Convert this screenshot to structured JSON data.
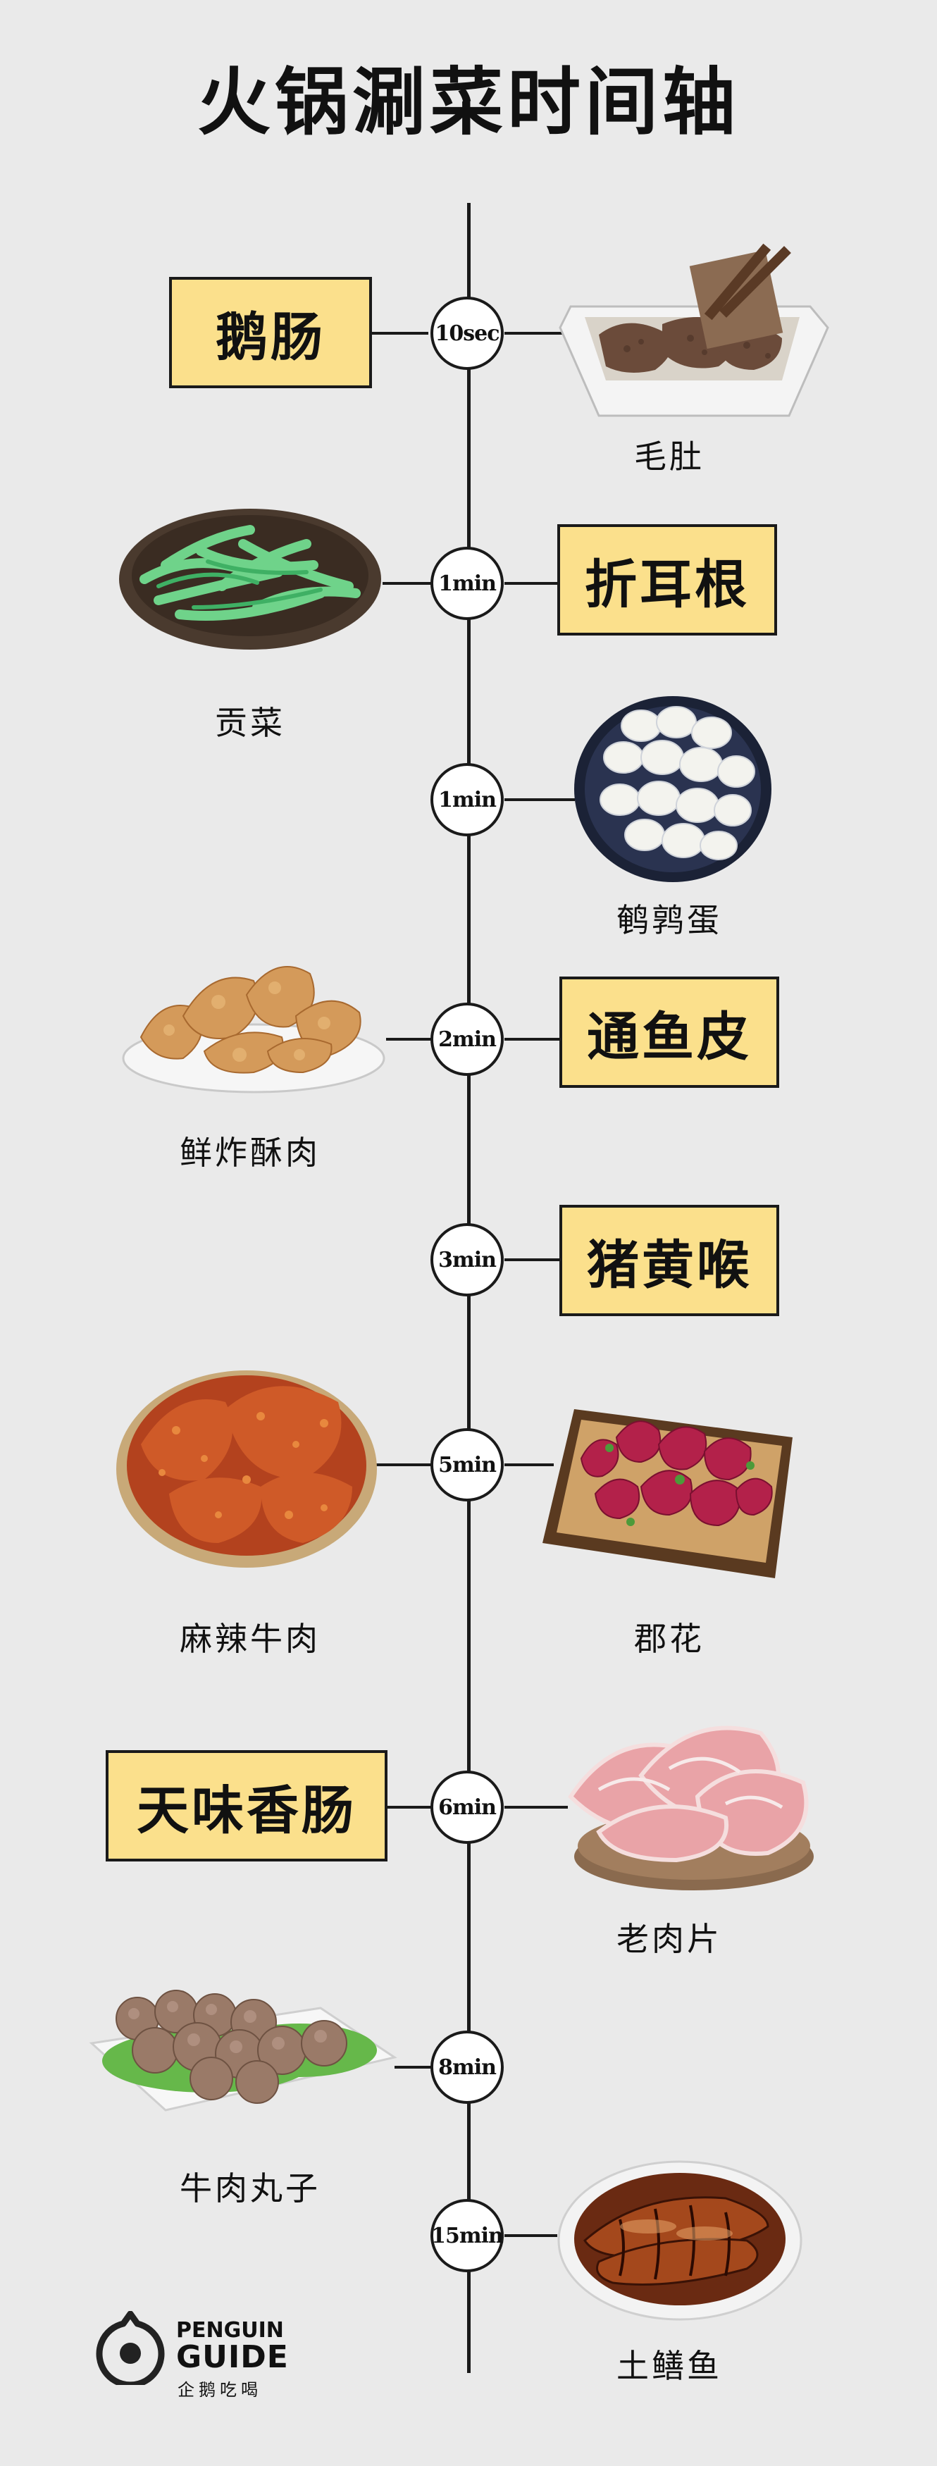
{
  "title": "火锅涮菜时间轴",
  "timeline": [
    {
      "time": "10sec",
      "left_label": "鹅肠",
      "right_caption": "毛肚"
    },
    {
      "time": "1min",
      "right_label": "折耳根",
      "left_caption": "贡菜"
    },
    {
      "time": "1min",
      "right_caption": "鹌鹑蛋"
    },
    {
      "time": "2min",
      "right_label": "通鱼皮",
      "left_caption": "鲜炸酥肉"
    },
    {
      "time": "3min",
      "right_label": "猪黄喉"
    },
    {
      "time": "5min",
      "left_caption": "麻辣牛肉",
      "right_caption": "郡花"
    },
    {
      "time": "6min",
      "left_label": "天味香肠",
      "right_caption": "老肉片"
    },
    {
      "time": "8min",
      "left_caption": "牛肉丸子"
    },
    {
      "time": "15min",
      "right_caption": "土鳝鱼"
    }
  ],
  "logo": {
    "line1": "PENGUIN",
    "line2": "GUIDE",
    "line3": "企鹅吃喝"
  },
  "colors": {
    "background": "#eaeaea",
    "label_fill": "#fbe08c",
    "line": "#1a1a1a"
  }
}
